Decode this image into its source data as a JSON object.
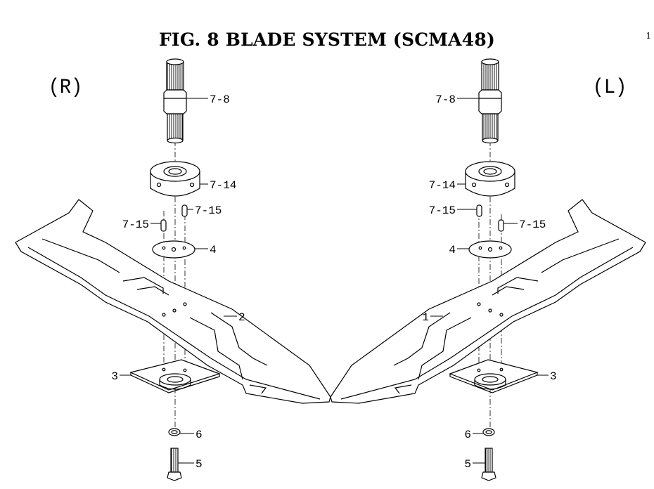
{
  "title": "FIG. 8  BLADE SYSTEM (SCMA48)",
  "page_number": "1",
  "side_right": "(R)",
  "side_left": "(L)",
  "right_callouts": {
    "spindle": "7-8",
    "hub": "7-14",
    "pin_a": "7-15",
    "pin_b": "7-15",
    "plate": "4",
    "blade": "2",
    "adapter": "3",
    "washer": "6",
    "bolt": "5"
  },
  "left_callouts": {
    "spindle": "7-8",
    "hub": "7-14",
    "pin_a": "7-15",
    "pin_b": "7-15",
    "plate": "4",
    "blade": "1",
    "adapter": "3",
    "washer": "6",
    "bolt": "5"
  },
  "colors": {
    "line": "#000000",
    "background": "#ffffff"
  }
}
